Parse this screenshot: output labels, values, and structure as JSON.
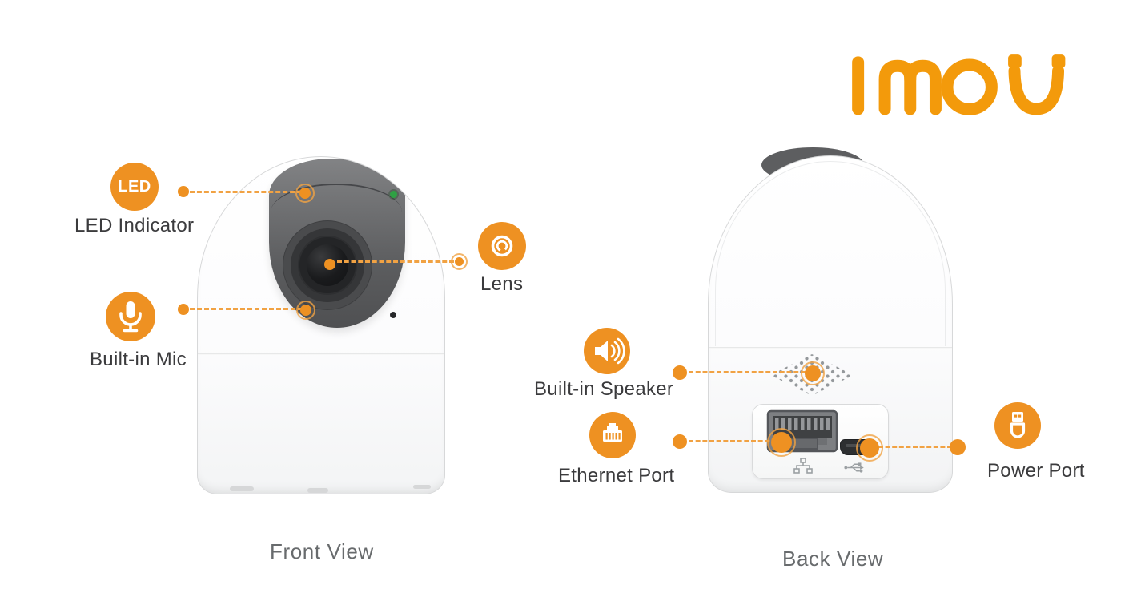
{
  "logo": {
    "text": "imou",
    "color": "#F39A0B",
    "icon": "imou-logo"
  },
  "colors": {
    "accent_orange": "#EE9122",
    "dash_orange": "#F1A243",
    "label_text": "#3B3B3D",
    "caption_text": "#686B6D",
    "led_green": "#2FA144",
    "camera_panel_gray": "#5B5C5E"
  },
  "front_view": {
    "caption": "Front View",
    "callouts": {
      "led": {
        "badge": "LED",
        "label": "LED Indicator",
        "icon": "led-badge"
      },
      "mic": {
        "label": "Built-in Mic",
        "icon": "microphone-icon"
      },
      "lens": {
        "label": "Lens",
        "icon": "lens-icon"
      }
    }
  },
  "back_view": {
    "caption": "Back View",
    "callouts": {
      "speaker": {
        "label": "Built-in Speaker",
        "icon": "speaker-icon"
      },
      "ethernet": {
        "label": "Ethernet Port",
        "icon": "ethernet-port-icon"
      },
      "power": {
        "label": "Power Port",
        "icon": "usb-plug-icon"
      }
    }
  }
}
